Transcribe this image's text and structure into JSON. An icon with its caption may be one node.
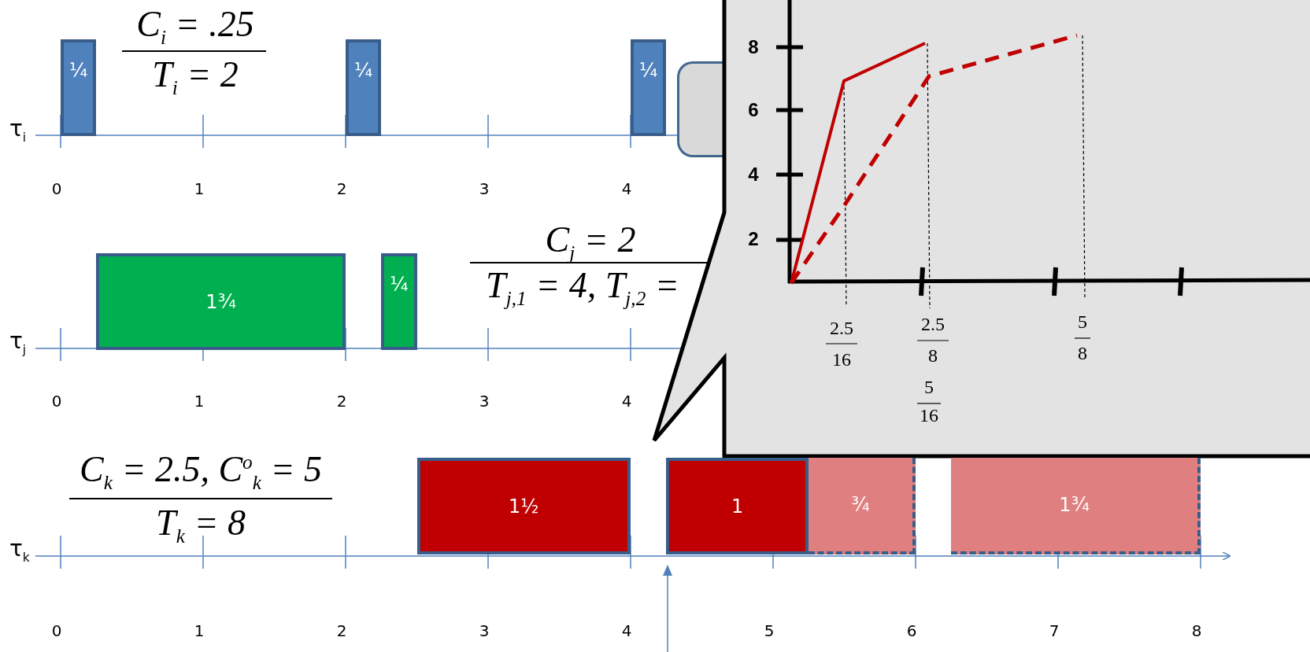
{
  "diagram": {
    "nodes": [
      {
        "text": [
          "¼"
        ]
      },
      {
        "text": [
          "¼"
        ]
      },
      {
        "text": [
          "¼"
        ]
      },
      {
        "text": [],
        "shape": "box"
      },
      {
        "text": [],
        "shape": "picture"
      },
      {
        "text": [
          "1¾"
        ]
      },
      {
        "text": [
          "¼"
        ]
      },
      {
        "text": [
          "1½"
        ]
      },
      {
        "text": [
          "1"
        ]
      },
      {
        "text": [
          "¾"
        ]
      },
      {
        "text": [
          "1¾"
        ]
      }
    ],
    "labels": [
      "C$_{i}$ = .25",
      "T$_{i}$ = 2",
      "τ$_{i}$",
      "0",
      "1",
      "2",
      "3",
      "4",
      "C$_{j}$ = 2",
      "T$_{j,1}$ = 4, T$_{j,2}$ =",
      "τ$_{j}$",
      "0",
      "1",
      "2",
      "3",
      "4",
      "C$_{k}$ = 2.5, C$^{o}$$_{k}$ = 5",
      "T$_{k}$ = 8",
      "τ$_{k}$",
      "0",
      "1",
      "2",
      "3",
      "4",
      "5",
      "6",
      "7",
      "8",
      "8",
      "6",
      "4",
      "2",
      "2.5",
      "16",
      "2.5",
      "8",
      "5",
      "16",
      "5",
      "8"
    ]
  }
}
